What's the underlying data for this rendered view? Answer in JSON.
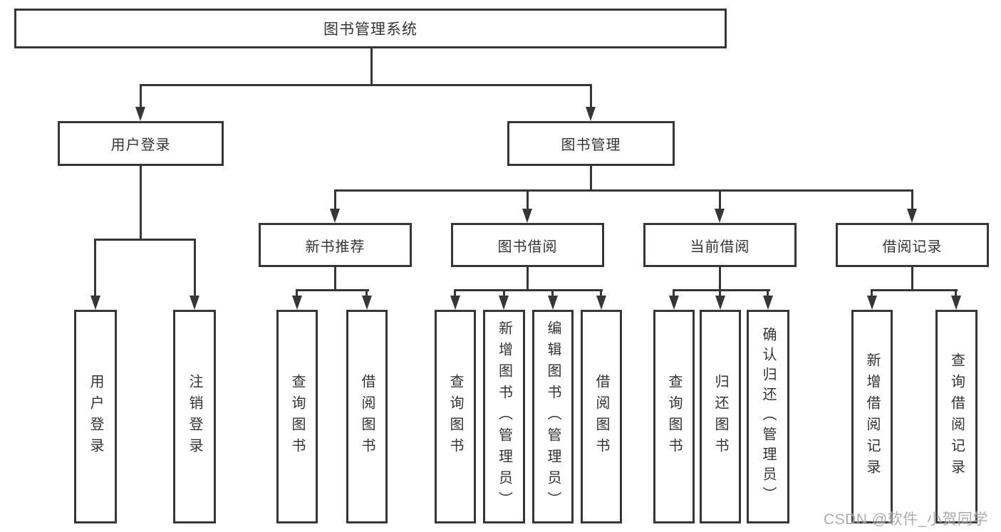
{
  "diagram": {
    "title": "图书管理系统",
    "level2": {
      "user_login": "用户登录",
      "book_management": "图书管理"
    },
    "level3": {
      "new_book_recommend": "新书推荐",
      "book_borrowing": "图书借阅",
      "current_borrowing": "当前借阅",
      "borrow_records": "借阅记录"
    },
    "leaves": {
      "user_login": [
        "用户登录",
        "注销登录"
      ],
      "new_book_recommend": [
        "查询图书",
        "借阅图书"
      ],
      "book_borrowing": [
        "查询图书",
        "新增图书（管理员）",
        "编辑图书（管理员）",
        "借阅图书"
      ],
      "current_borrowing": [
        "查询图书",
        "归还图书",
        "确认归还（管理员）"
      ],
      "borrow_records": [
        "新增借阅记录",
        "查询借阅记录"
      ]
    },
    "watermark": "CSDN @软件_小贺同学",
    "colors": {
      "line": "#363636",
      "text": "#333333",
      "background": "#ffffff",
      "watermark": "#9e9e9e"
    }
  }
}
